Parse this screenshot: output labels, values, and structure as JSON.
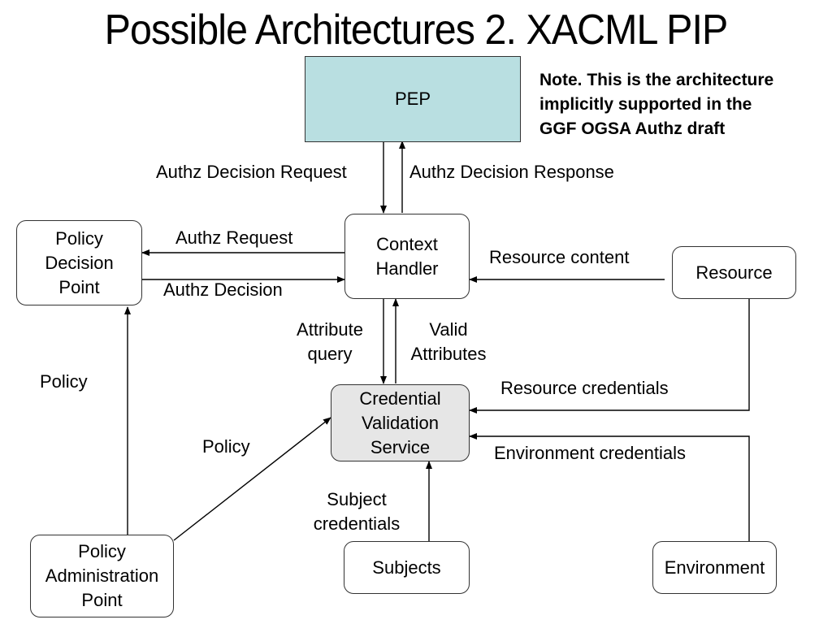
{
  "title": "Possible Architectures  2. XACML PIP",
  "note": {
    "lines": [
      "Note. This is the architecture",
      "implicitly supported in the",
      "GGF OGSA Authz draft"
    ]
  },
  "nodes": {
    "pep": {
      "lines": [
        "PEP"
      ]
    },
    "pdp": {
      "lines": [
        "Policy",
        "Decision",
        "Point"
      ]
    },
    "context_handler": {
      "lines": [
        "Context",
        "Handler"
      ]
    },
    "resource": {
      "lines": [
        "Resource"
      ]
    },
    "cvs": {
      "lines": [
        "Credential",
        "Validation",
        "Service"
      ]
    },
    "pap": {
      "lines": [
        "Policy",
        "Administration",
        "Point"
      ]
    },
    "subjects": {
      "lines": [
        "Subjects"
      ]
    },
    "environment": {
      "lines": [
        "Environment"
      ]
    }
  },
  "edges": {
    "authz_decision_request": "Authz Decision Request",
    "authz_decision_response": "Authz Decision Response",
    "authz_request": "Authz Request",
    "authz_decision": "Authz Decision",
    "resource_content": "Resource content",
    "attribute_query": [
      "Attribute",
      "query"
    ],
    "valid_attributes": [
      "Valid",
      "Attributes"
    ],
    "resource_credentials": "Resource credentials",
    "environment_credentials": "Environment credentials",
    "policy_pap_pdp": "Policy",
    "policy_pap_cvs": "Policy",
    "subject_credentials": [
      "Subject",
      "credentials"
    ]
  },
  "colors": {
    "pep_fill": "#b9dfe1",
    "cvs_fill": "#e6e6e6",
    "line": "#000000"
  }
}
